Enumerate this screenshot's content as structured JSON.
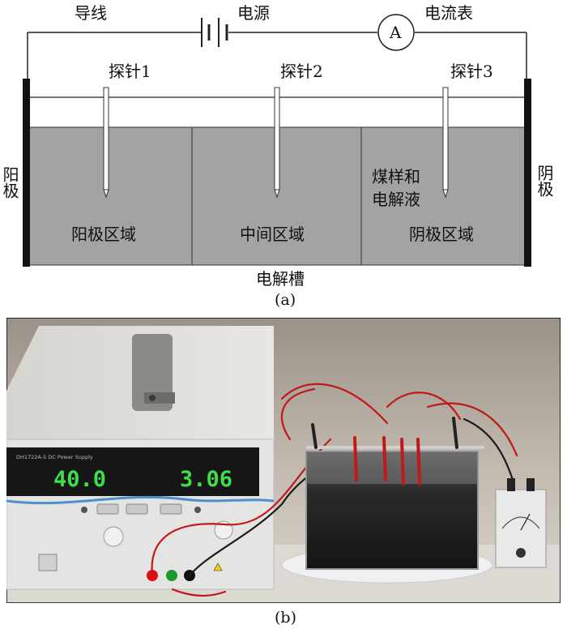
{
  "diagram": {
    "labels": {
      "wire": "导线",
      "power": "电源",
      "ammeter": "电流表",
      "ammeter_symbol": "A",
      "probe1": "探针1",
      "probe2": "探针2",
      "probe3": "探针3",
      "anode": "阳极",
      "cathode": "阴极",
      "coal_electrolyte_line1": "煤样和",
      "coal_electrolyte_line2": "电解液",
      "anode_region": "阳极区域",
      "middle_region": "中间区域",
      "cathode_region": "阴极区域",
      "cell": "电解槽"
    },
    "caption_a": "(a)"
  },
  "photo": {
    "psu_display_voltage": "40.0",
    "psu_display_current": "3.06",
    "psu_model": "DH1722A-5 DC Power Supply",
    "caption_b": "(b)"
  },
  "colors": {
    "cell_fill": "#a3a3a3",
    "electrode": "#111111",
    "display_green": "#3fdc4c"
  }
}
